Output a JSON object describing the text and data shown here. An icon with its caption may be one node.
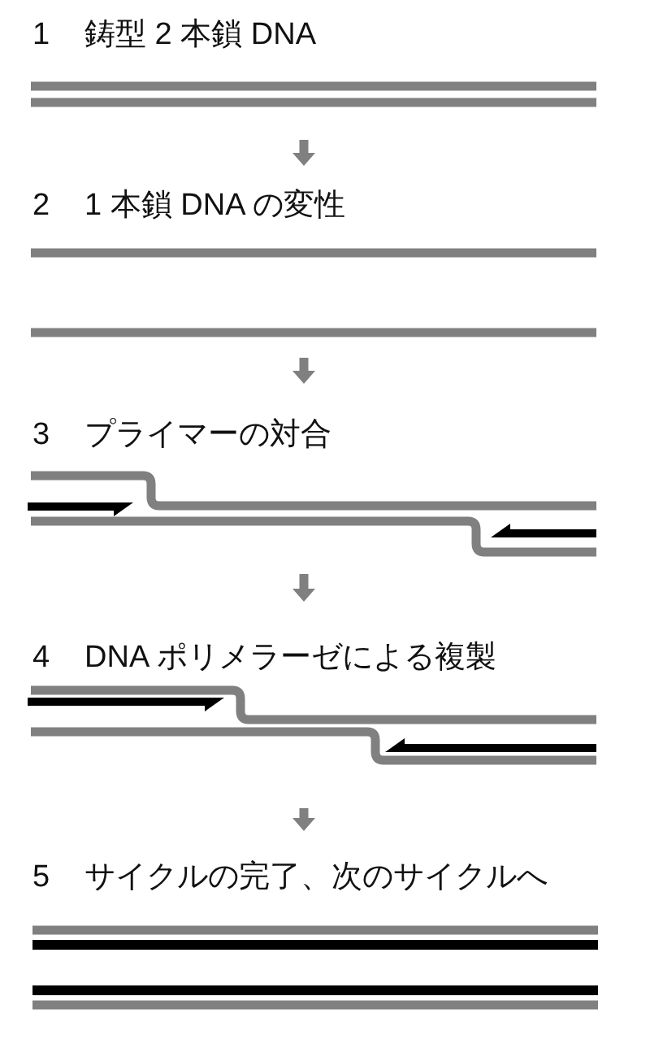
{
  "diagram": {
    "nodes": [
      {
        "text": [
          "1",
          "鋳型 2 本鎖 DNA"
        ]
      },
      {
        "text": [
          "2",
          "1 本鎖 DNA の変性"
        ]
      },
      {
        "text": [
          "3",
          "プライマーの対合"
        ]
      },
      {
        "text": [
          "4",
          "DNA ポリメラーゼによる複製"
        ]
      },
      {
        "text": [
          "5",
          "サイクルの完了、次のサイクルへ"
        ]
      }
    ],
    "edges": [
      {
        "from": 0,
        "to": 1,
        "arrow": "to"
      },
      {
        "from": 1,
        "to": 2,
        "arrow": "to"
      },
      {
        "from": 2,
        "to": 3,
        "arrow": "to"
      },
      {
        "from": 3,
        "to": 4,
        "arrow": "to"
      }
    ]
  }
}
